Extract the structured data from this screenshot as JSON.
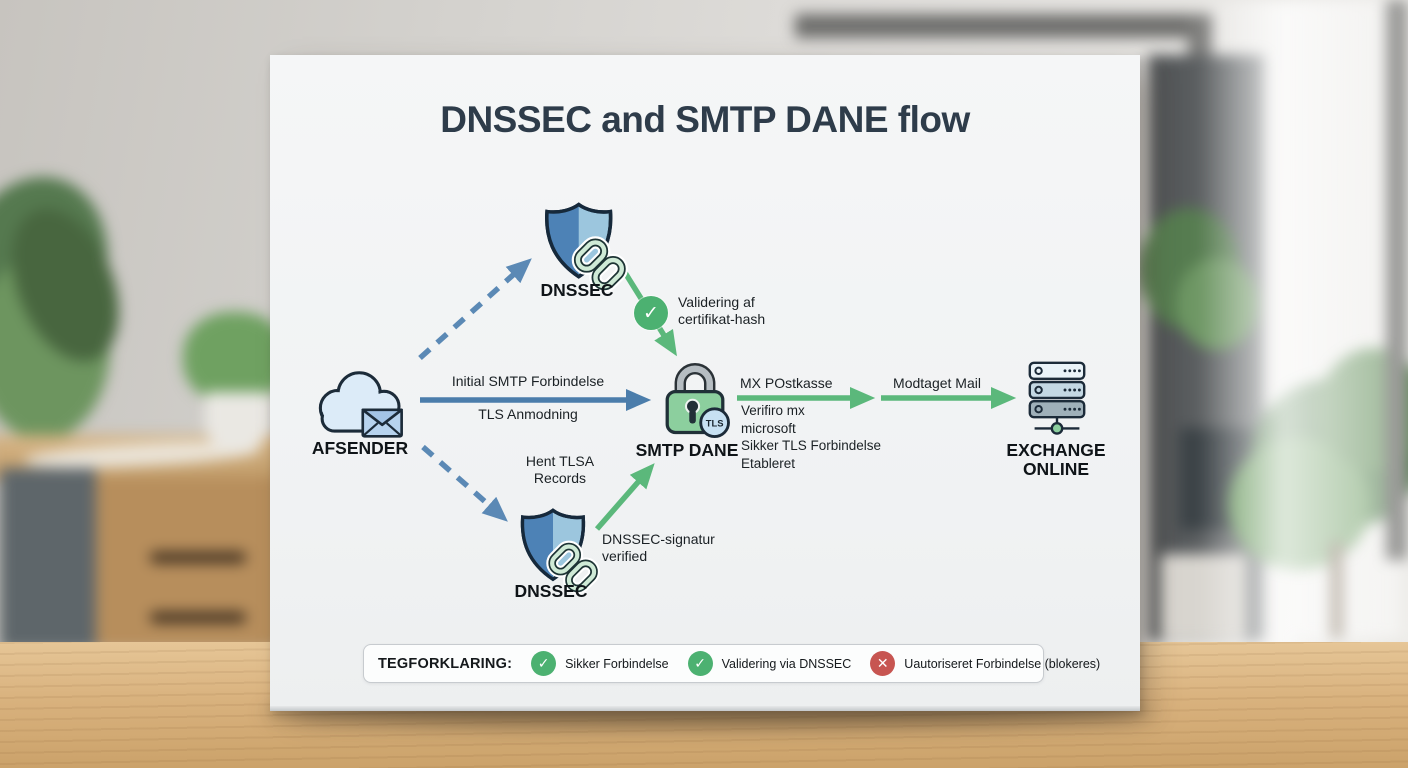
{
  "title": "DNSSEC and SMTP DANE flow",
  "nodes": {
    "afsender": {
      "label": "AFSENDER"
    },
    "dnssec_top": {
      "label": "DNSSEC"
    },
    "smtp_dane": {
      "label": "SMTP DANE",
      "tls_badge": "TLS"
    },
    "dnssec_bottom": {
      "label": "DNSSEC"
    },
    "exchange_online": {
      "line1": "EXCHANGE",
      "line2": "ONLINE"
    }
  },
  "edges": {
    "initial_smtp": {
      "label": "Initial SMTP Forbindelse",
      "sublabel": "TLS Anmodning"
    },
    "validering_cert": {
      "line1": "Validering af",
      "line2": "certifikat-hash"
    },
    "hent_tlsa": {
      "line1": "Hent TLSA",
      "line2": "Records"
    },
    "dnssec_signatur": {
      "line1": "DNSSEC-signatur",
      "line2": "verified"
    },
    "mx_postkasse": {
      "label": "MX POstkasse",
      "sub1": "Verifiro mx",
      "sub2": "microsoft",
      "sub3": "Sikker TLS Forbindelse",
      "sub4": "Etableret"
    },
    "modtaget_mail": {
      "label": "Modtaget Mail"
    }
  },
  "icons": {
    "check_glyph": "✓",
    "cross_glyph": "✕"
  },
  "legend": {
    "title": "TEGFORKLARING:",
    "items": [
      {
        "icon": "check",
        "label": "Sikker Forbindelse"
      },
      {
        "icon": "check",
        "label": "Validering via DNSSEC"
      },
      {
        "icon": "cross",
        "label": "Uautoriseret Forbindelse (blokeres)"
      }
    ]
  },
  "colors": {
    "title_text": "#2e3c4a",
    "secure_blue": "#4b7dab",
    "flow_green": "#5bb87b",
    "check_green": "#4cb171",
    "blocked_red": "#c75551"
  }
}
